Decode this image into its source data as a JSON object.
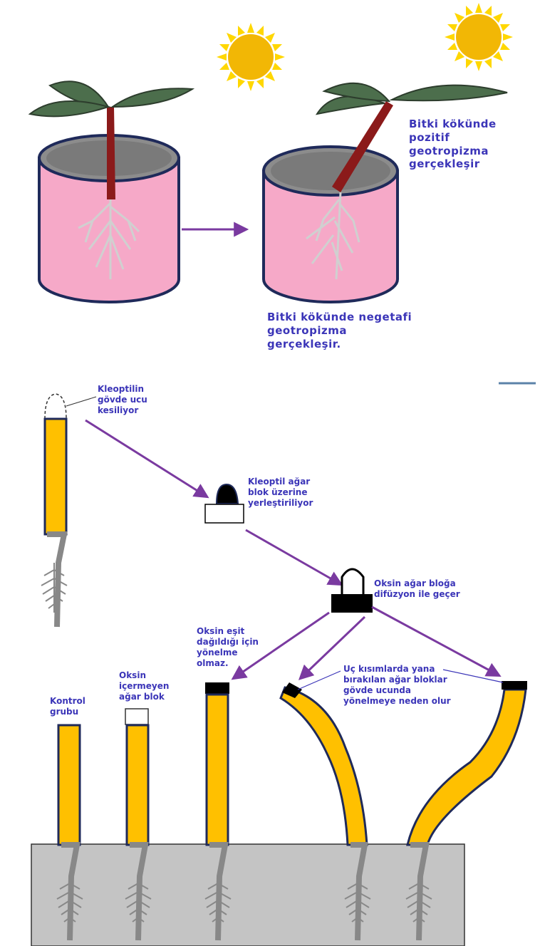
{
  "top_panel": {
    "label_positive": "Bitki kökünde\n pozitif\ngeotropizma\ngerçekleşir",
    "label_negative": "Bitki kökünde negetafi\ngeotropizma\ngerçekleşir."
  },
  "bottom_panel": {
    "cut_label": "Kleoptilin\n gövde ucu\nkesiliyor",
    "placed_label": "Kleoptil  ağar\nblok üzerine\nyerleştiriliyor",
    "diffusion_label": "Oksin ağar bloğa\ndifüzyon  ile geçer",
    "equal_label": "Oksin eşit\ndağıldığı için\nyönelme\nolmaz.",
    "control_label": "Kontrol\ngrubu",
    "no_auxin_label": "Oksin\niçermeyen\nağar blok",
    "side_block_label": "Uç kısımlarda yana\nbırakılan ağar bloklar\ngövde ucunda\nyönelmeye neden olur"
  },
  "colors": {
    "text": "#3b35b8",
    "arrow": "#7a3aa0",
    "stem": "#ffc000",
    "outline": "#1f2a5a",
    "pot": "#f6a9c8",
    "soil": "#c4c4c4",
    "leaf": "#4c6e4c",
    "sun": "#ffd700"
  }
}
